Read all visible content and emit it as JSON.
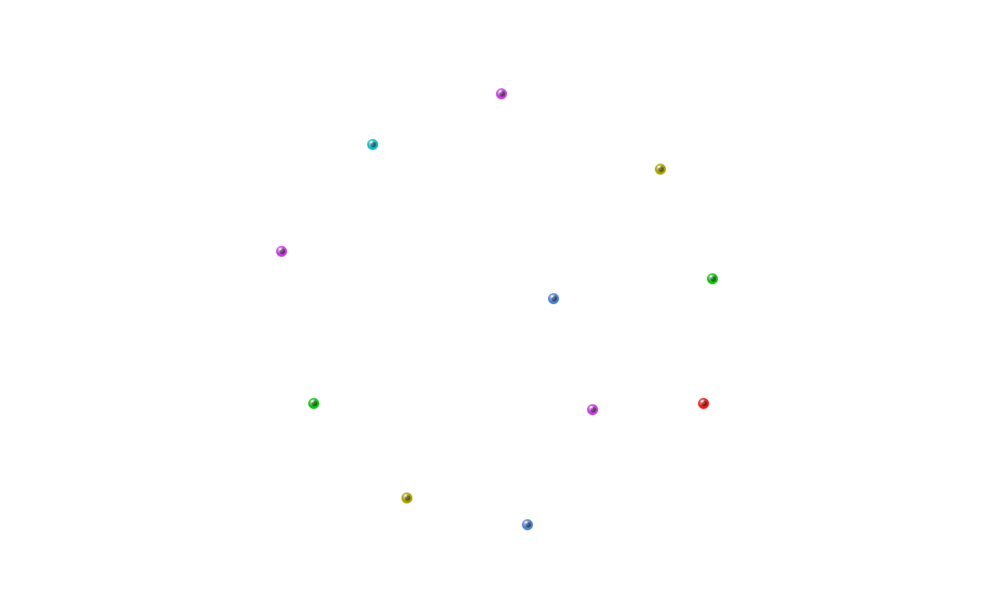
{
  "colors": {
    "magenta": "#c040d8",
    "cyan": "#10b8c8",
    "yellow": "#a8a000",
    "green": "#10c010",
    "blue": "#4a80d0",
    "red": "#f01818",
    "background": "#ffffff"
  },
  "balls": [
    {
      "color": "magenta"
    },
    {
      "color": "cyan"
    },
    {
      "color": "yellow"
    },
    {
      "color": "magenta"
    },
    {
      "color": "green"
    },
    {
      "color": "blue"
    },
    {
      "color": "green"
    },
    {
      "color": "magenta"
    },
    {
      "color": "red"
    },
    {
      "color": "yellow"
    },
    {
      "color": "blue"
    }
  ]
}
